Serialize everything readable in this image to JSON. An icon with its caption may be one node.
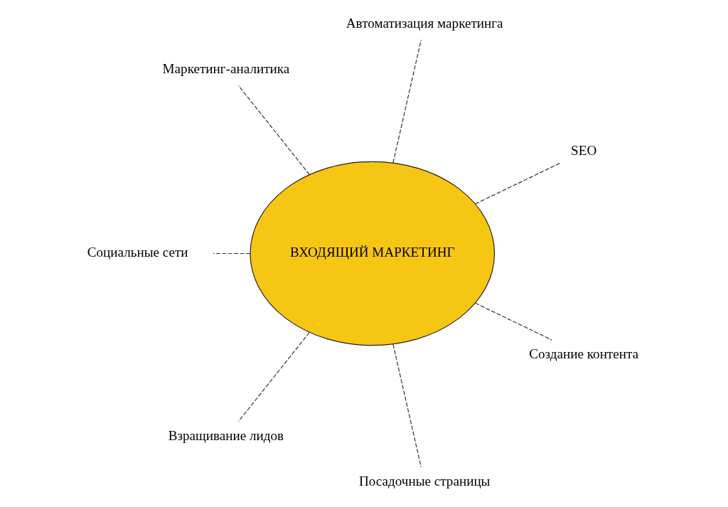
{
  "diagram": {
    "nodes": [
      {
        "text": [
          "ВХОДЯЩИЙ МАРКЕТИНГ"
        ]
      },
      {
        "text": [
          "SEO"
        ]
      },
      {
        "text": [
          "Автоматизация маркетинга"
        ]
      },
      {
        "text": [
          "Маркетинг-аналитика"
        ]
      },
      {
        "text": [
          "Социальные сети"
        ]
      },
      {
        "text": [
          "Взращивание лидов"
        ]
      },
      {
        "text": [
          "Посадочные страницы"
        ]
      },
      {
        "text": [
          "Создание контента"
        ]
      }
    ],
    "edges": [
      {
        "from": 0,
        "to": 1,
        "arrow": "none",
        "style": "dashed"
      },
      {
        "from": 0,
        "to": 2,
        "arrow": "none",
        "style": "dashed"
      },
      {
        "from": 0,
        "to": 3,
        "arrow": "none",
        "style": "dashed"
      },
      {
        "from": 0,
        "to": 4,
        "arrow": "none",
        "style": "dashed"
      },
      {
        "from": 0,
        "to": 5,
        "arrow": "none",
        "style": "dashed"
      },
      {
        "from": 0,
        "to": 6,
        "arrow": "none",
        "style": "dashed"
      },
      {
        "from": 0,
        "to": 7,
        "arrow": "none",
        "style": "dashed"
      }
    ]
  }
}
